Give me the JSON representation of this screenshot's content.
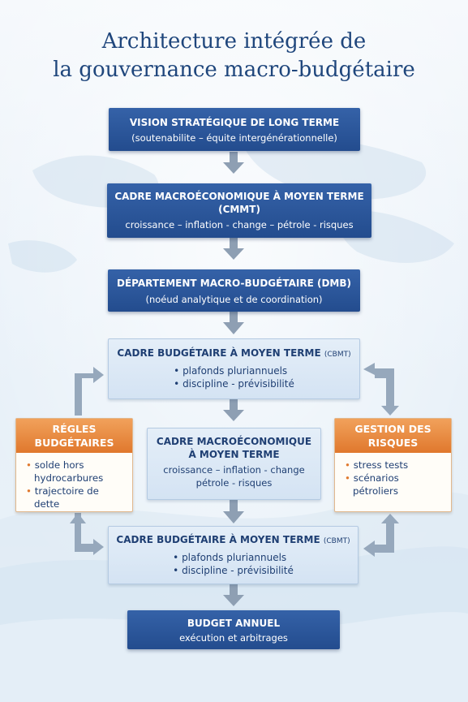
{
  "title": {
    "line1": "Architecture intégrée de",
    "line2": "la gouvernance macro-budgétaire"
  },
  "boxes": {
    "vision": {
      "heading": "VISION STRATÉGIQUE DE LONG TERME",
      "sub": "(soutenabilite – équite intergénérationnelle)"
    },
    "cmmt": {
      "heading_line1": "CADRE MACROÉCONOMIQUE À MOYEN TERME",
      "heading_line2": "(CMMT)",
      "sub": "croissance – inflation - change – pétrole - risques"
    },
    "dmb": {
      "heading": "DÉPARTEMENT MACRO-BUDGÉTAIRE (DMB)",
      "sub": "(noéud analytique et de coordination)"
    },
    "cbmt1": {
      "heading": "CADRE BUDGÉTAIRE À MOYEN TERME",
      "note": "(CBMT)",
      "items": [
        "plafonds pluriannuels",
        "discipline - prévisibilité"
      ]
    },
    "regles": {
      "heading_line1": "RÉGLES",
      "heading_line2": "BUDGÉTAIRES",
      "items": [
        "solde hors hydrocarbures",
        "trajectoire de dette"
      ]
    },
    "cadre_center": {
      "heading_line1": "CADRE MACROÉCONOMIQUE",
      "heading_line2": "À MOYEN TERME",
      "sub_line1": "croissance – inflation - change",
      "sub_line2": "pétrole - risques"
    },
    "gestion": {
      "heading_line1": "GESTION DES",
      "heading_line2": "RISQUES",
      "items": [
        "stress tests",
        "scénarios pétroliers"
      ]
    },
    "cbmt2": {
      "heading": "CADRE BUDGÉTAIRE À MOYEN TERME",
      "note": "(CBMT)",
      "items": [
        "plafonds pluriannuels",
        "discipline - prévisibilité"
      ]
    },
    "budget": {
      "heading": "BUDGET ANNUEL",
      "sub": "exécution et arbitrages"
    }
  },
  "colors": {
    "title": "#1f467c",
    "dark_box": "#2a5597",
    "light_box": "#dbe7f5",
    "side_header": "#e8883c",
    "arrow": "#8e9fb3"
  },
  "icons": {
    "arrow": "arrow-down-icon",
    "elbow": "elbow-arrow-icon"
  }
}
